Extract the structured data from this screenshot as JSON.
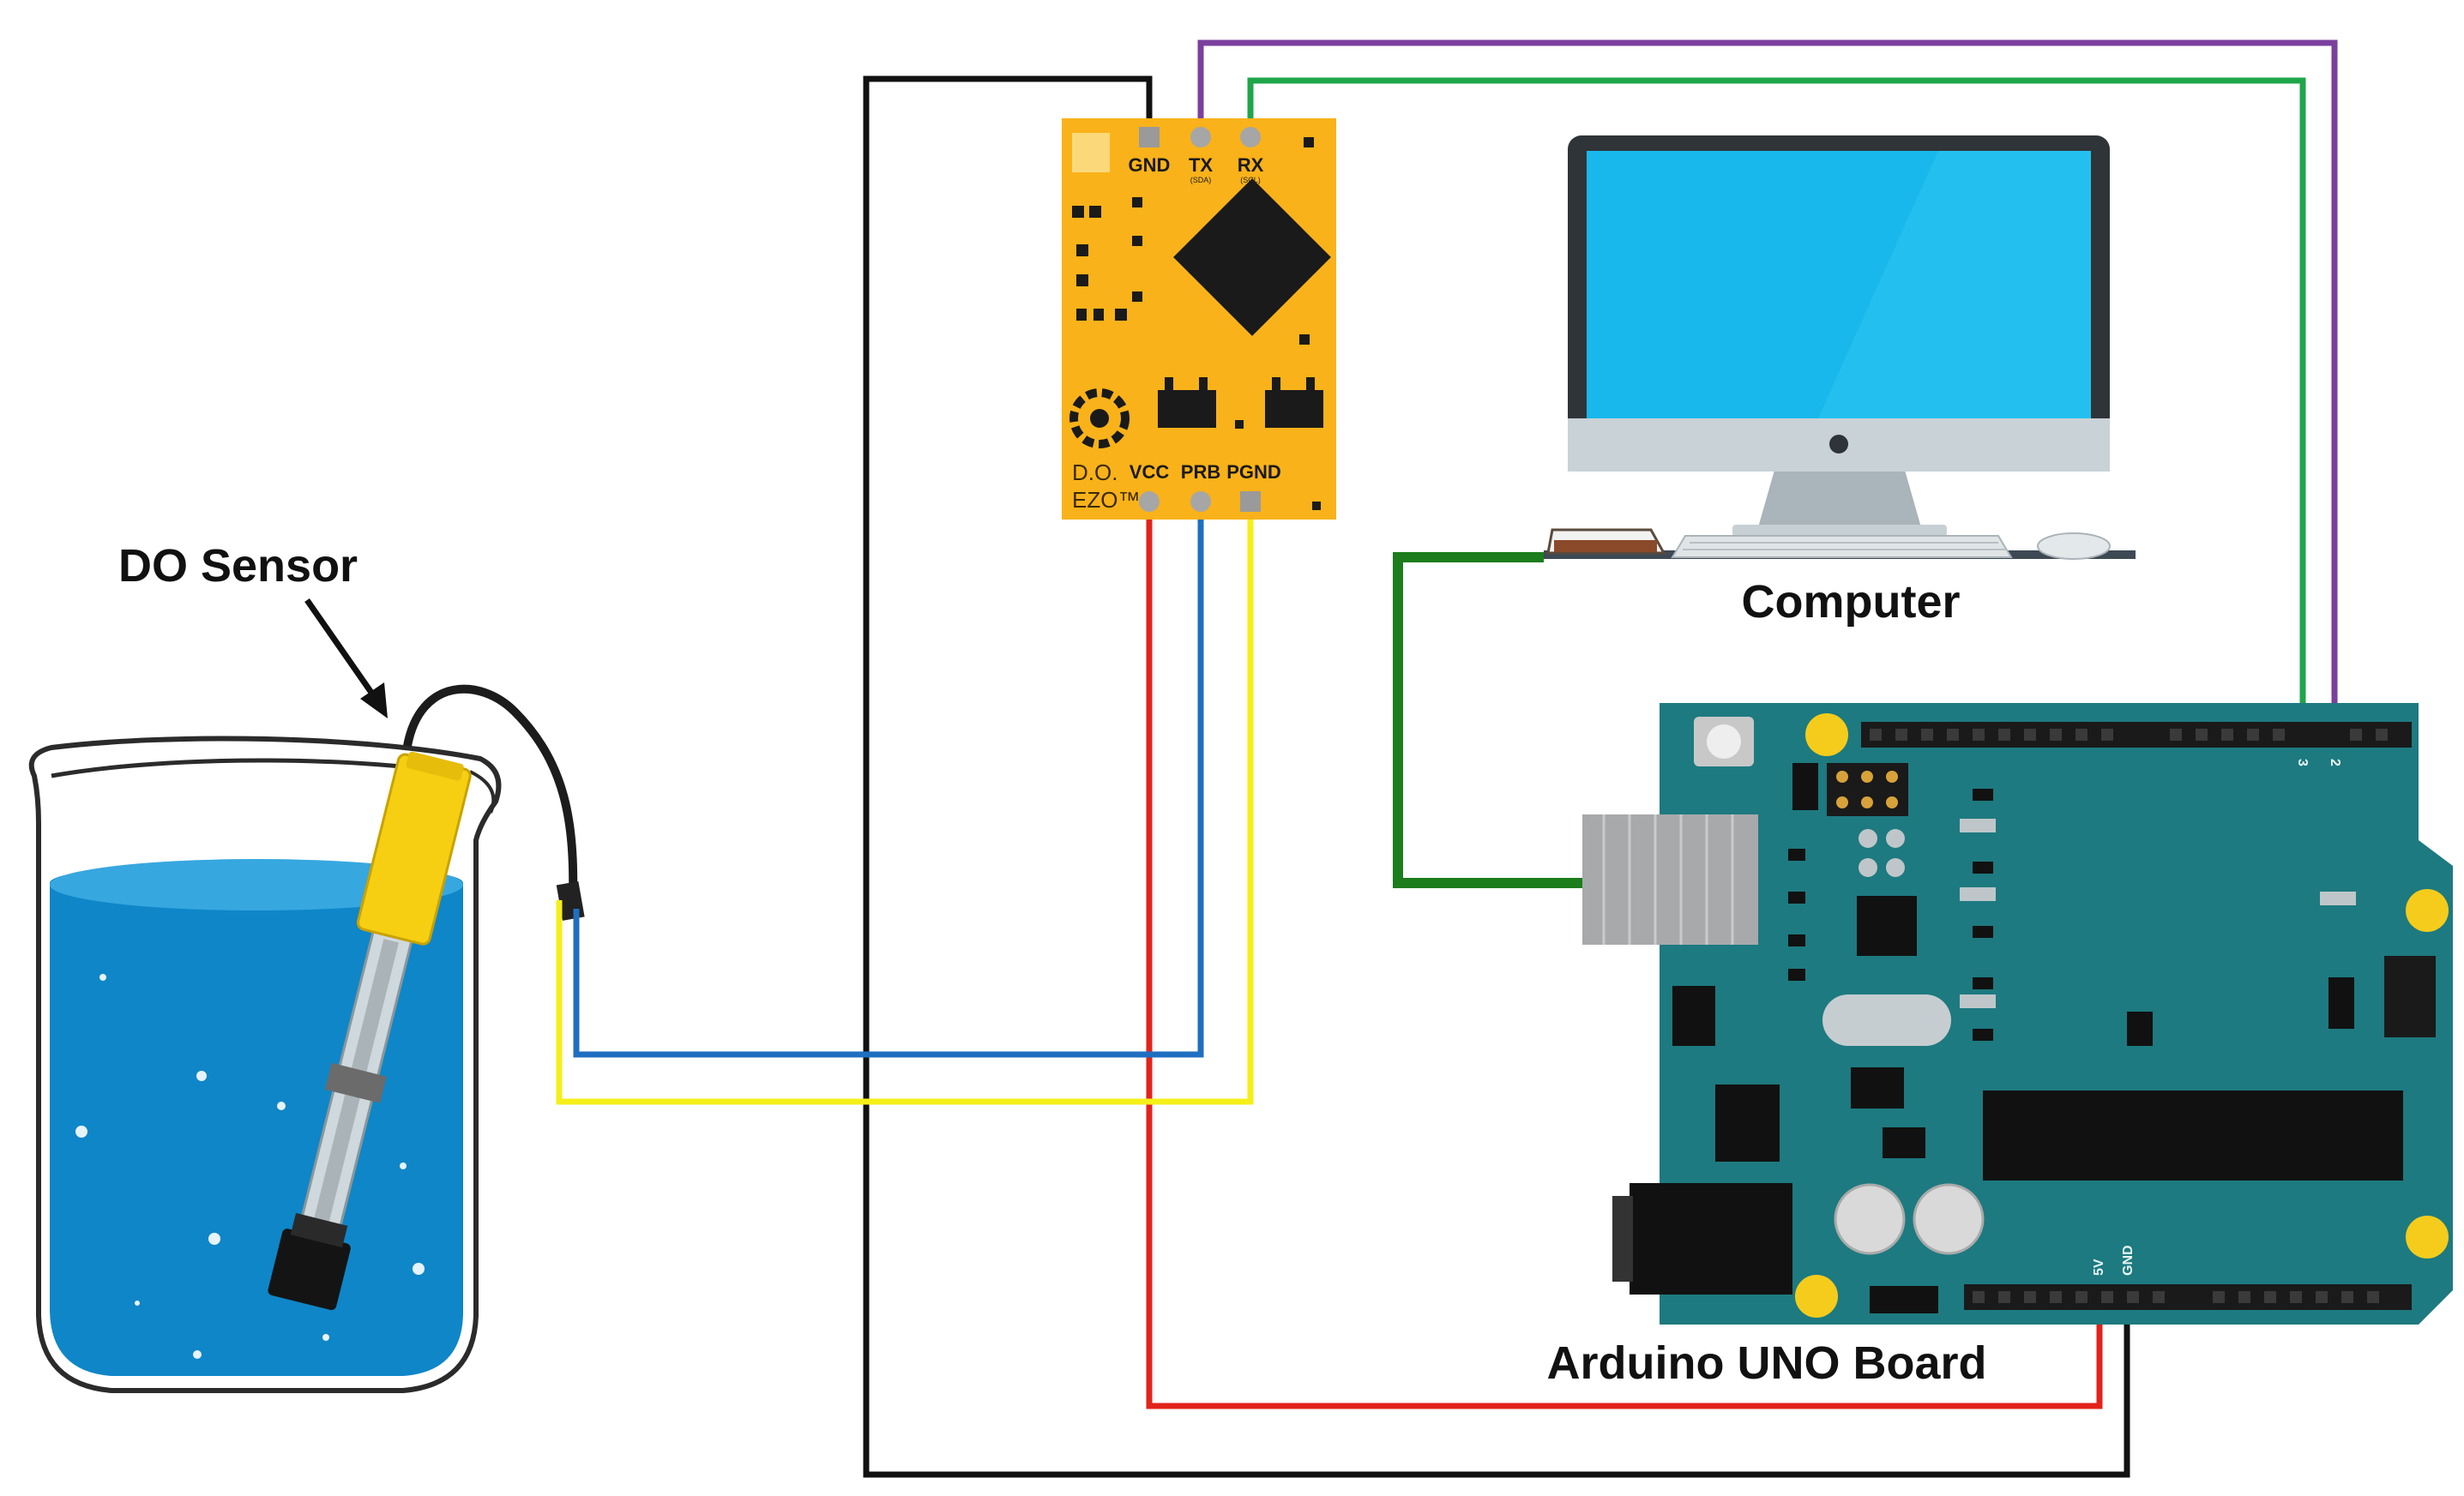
{
  "labels": {
    "sensor": "DO Sensor",
    "computer": "Computer",
    "arduino": "Arduino UNO Board"
  },
  "ezo": {
    "top_pins": [
      "GND",
      "TX",
      "RX"
    ],
    "top_pin_subs": [
      "",
      "(SDA)",
      "(SCL)"
    ],
    "bottom_pins": [
      "VCC",
      "PRB",
      "PGND"
    ],
    "brand_line1": "D.O.",
    "brand_line2": "EZO™"
  },
  "arduino": {
    "pin_3": "3",
    "pin_2": "2",
    "pin_5v": "5V",
    "pin_gnd": "GND"
  },
  "colors": {
    "gnd_wire": "#111111",
    "tx_wire": "#7b3f9e",
    "rx_wire": "#1fa64a",
    "vcc_wire": "#e2231a",
    "prb_wire": "#1f6fc0",
    "pgnd_wire": "#f5ef1a",
    "usb_wire": "#1b7d1b",
    "ezo_board": "#f9b21a",
    "arduino_board": "#1d7a80",
    "water": "#0f86c8",
    "screen": "#18b8ec"
  },
  "icons": [
    "beaker-icon",
    "do-probe-icon",
    "ezo-circuit-icon",
    "computer-monitor-icon",
    "arduino-board-icon",
    "pointer-arrow-icon"
  ]
}
